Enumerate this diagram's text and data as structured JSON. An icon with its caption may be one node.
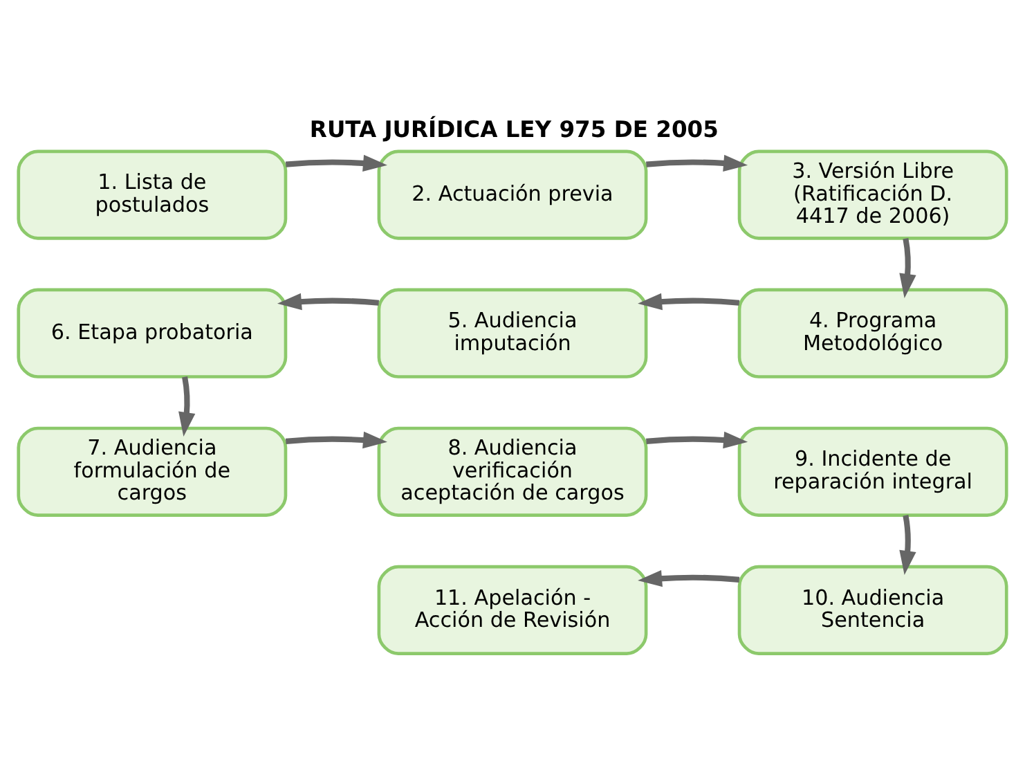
{
  "diagram": {
    "title": "RUTA JURÍDICA LEY 975 DE 2005",
    "nodes": [
      {
        "text": [
          "1. Lista de postulados"
        ]
      },
      {
        "text": [
          "2. Actuación previa"
        ]
      },
      {
        "text": [
          "3. Versión Libre (Ratificación D. 4417 de 2006)"
        ]
      },
      {
        "text": [
          "4. Programa Metodológico"
        ]
      },
      {
        "text": [
          "5. Audiencia imputación"
        ]
      },
      {
        "text": [
          "6. Etapa probatoria"
        ]
      },
      {
        "text": [
          "7. Audiencia formulación de cargos"
        ]
      },
      {
        "text": [
          "8. Audiencia verificación aceptación de cargos"
        ]
      },
      {
        "text": [
          "9. Incidente de reparación integral"
        ]
      },
      {
        "text": [
          "10. Audiencia Sentencia"
        ]
      },
      {
        "text": [
          "11. Apelación - Acción de Revisión"
        ]
      }
    ],
    "edges": [
      {
        "from": 0,
        "to": 1,
        "arrow": "to"
      },
      {
        "from": 1,
        "to": 2,
        "arrow": "to"
      },
      {
        "from": 2,
        "to": 3,
        "arrow": "to"
      },
      {
        "from": 3,
        "to": 4,
        "arrow": "to"
      },
      {
        "from": 4,
        "to": 5,
        "arrow": "to"
      },
      {
        "from": 5,
        "to": 6,
        "arrow": "to"
      },
      {
        "from": 6,
        "to": 7,
        "arrow": "to"
      },
      {
        "from": 7,
        "to": 8,
        "arrow": "to"
      },
      {
        "from": 8,
        "to": 9,
        "arrow": "to"
      },
      {
        "from": 9,
        "to": 10,
        "arrow": "to"
      }
    ]
  }
}
